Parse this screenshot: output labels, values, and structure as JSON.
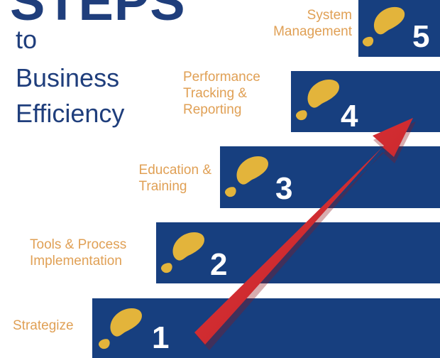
{
  "title": {
    "steps": "STEPS",
    "line1": "to",
    "line2": "Business",
    "line3": "Efficiency"
  },
  "steps": [
    {
      "num": "1",
      "label": "Strategize"
    },
    {
      "num": "2",
      "label_line1": "Tools & Process",
      "label_line2": "Implementation"
    },
    {
      "num": "3",
      "label_line1": "Education &",
      "label_line2": "Training"
    },
    {
      "num": "4",
      "label_line1": "Performance",
      "label_line2": "Tracking &",
      "label_line3": "Reporting"
    },
    {
      "num": "5",
      "label_line1": "System",
      "label_line2": "Management"
    }
  ],
  "colors": {
    "navy": "#173f7f",
    "gold": "#e3b43b",
    "label": "#e0a055",
    "arrow": "#d42a2f",
    "title": "#1f3e7c"
  },
  "icons": [
    "footprint-icon",
    "arrow-icon"
  ]
}
